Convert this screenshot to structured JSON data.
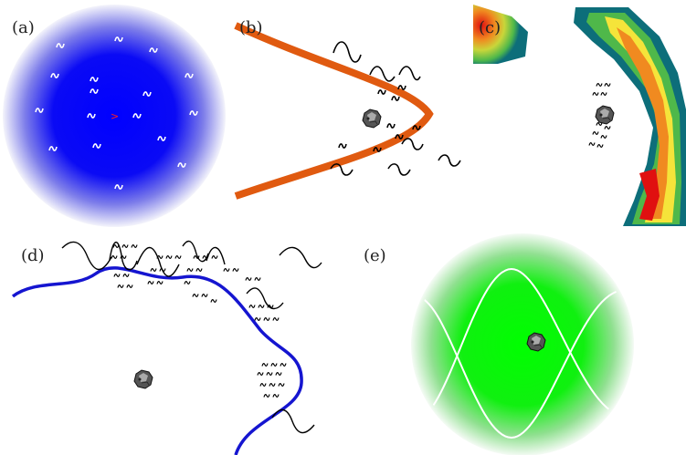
{
  "panels": [
    {
      "label": "(a)",
      "background": "#0000ff",
      "wave_color": "#ffffff",
      "center_marker": ">",
      "center_marker_color": "#ff2020"
    },
    {
      "label": "(b)",
      "boundary_color": "#e05a10",
      "wave_color": "#000000"
    },
    {
      "label": "(c)",
      "colormap": [
        "#0d6e7a",
        "#4fb84a",
        "#f5e43a",
        "#f08a20",
        "#e01010"
      ],
      "wave_color": "#000000"
    },
    {
      "label": "(d)",
      "boundary_color": "#1515d0",
      "wave_color": "#000000"
    },
    {
      "label": "(e)",
      "background": "#00ff00",
      "wave_color": "#ffffff"
    }
  ],
  "object_icon": "rock-asteroid-icon"
}
